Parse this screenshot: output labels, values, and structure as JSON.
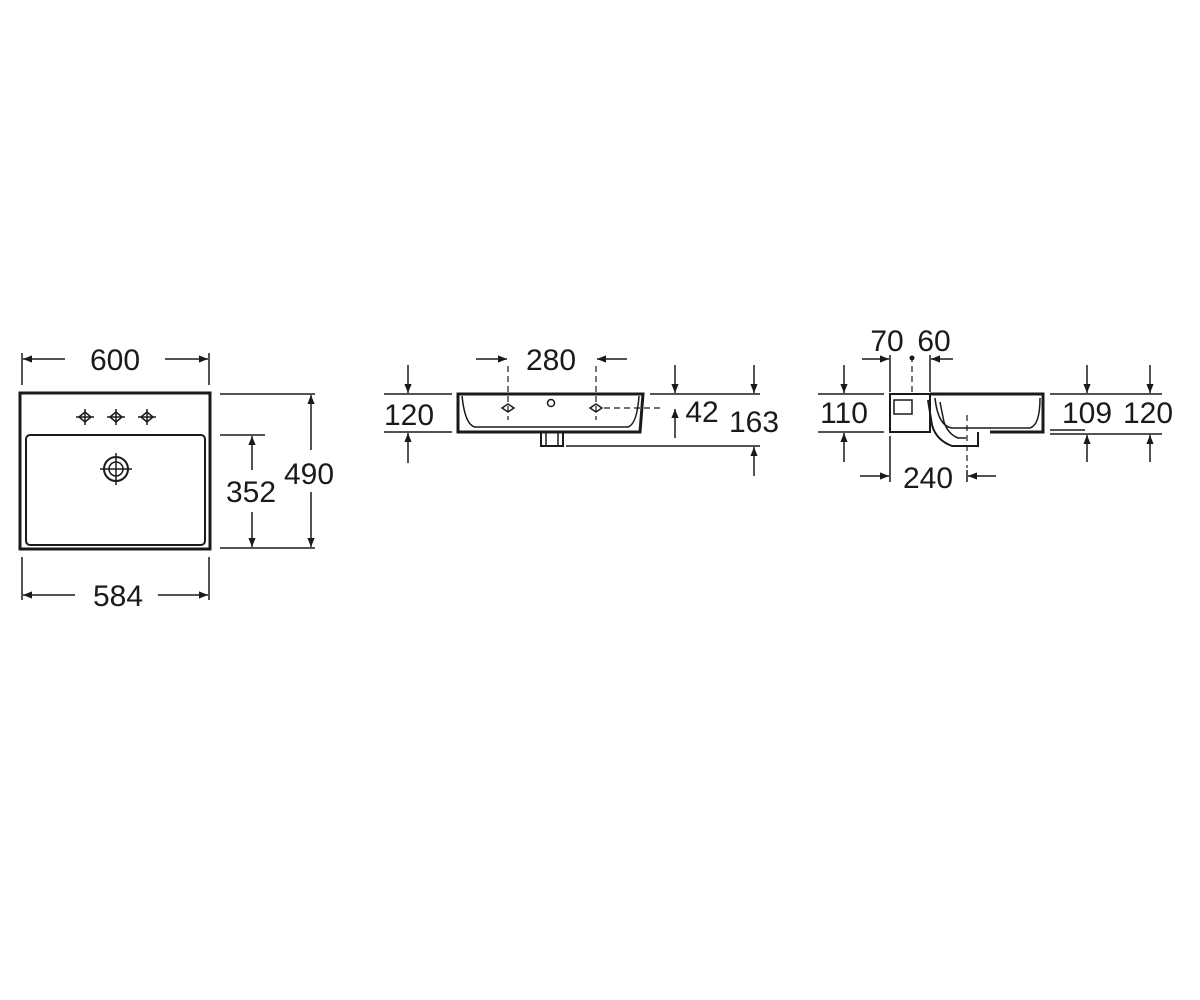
{
  "top_view": {
    "overall_width": "600",
    "inner_width": "584",
    "bowl_depth": "352",
    "overall_depth": "490"
  },
  "front_view": {
    "tap_hole_spacing": "280",
    "height": "120",
    "drain_offset": "42",
    "total_height": "163"
  },
  "side_view": {
    "dim_70": "70",
    "dim_60": "60",
    "height_left": "110",
    "waste_depth": "240",
    "height_inner": "109",
    "height_right": "120"
  }
}
